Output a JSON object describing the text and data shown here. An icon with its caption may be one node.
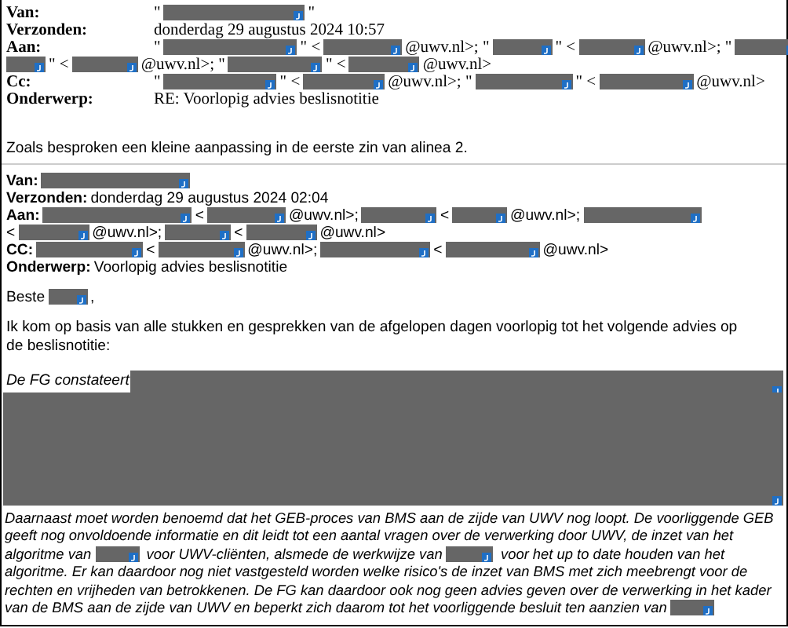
{
  "diagram": {
    "labels": [
      "Van:",
      "\"",
      "\"",
      "Verzonden:",
      "donderdag 29 augustus 2024 10:57",
      "Aan:",
      "\"",
      "\" <",
      "@uwv.nl>; \"",
      "\" <",
      "@uwv.nl>; \"",
      "\" <",
      "@uwv.nl>; \"",
      "\" <",
      "@uwv.nl>",
      "Cc:",
      "\"",
      "\" <",
      "@uwv.nl>; \"",
      "\" <",
      "@uwv.nl>",
      "Onderwerp:",
      "RE: Voorlopig advies beslisnotitie",
      "Zoals besproken een kleine aanpassing in de eerste zin van alinea 2.",
      "Van:",
      "Verzonden:",
      "donderdag 29 augustus 2024 02:04",
      "Aan:",
      "<",
      "@uwv.nl>;",
      "<",
      "@uwv.nl>;",
      "<",
      "@uwv.nl>;",
      "<",
      "@uwv.nl>",
      "CC:",
      "<",
      "@uwv.nl>;",
      "<",
      "@uwv.nl>",
      "Onderwerp:",
      "Voorlopig advies beslisnotitie",
      "Beste",
      ",",
      "Ik kom op basis van alle stukken en gesprekken van de afgelopen dagen voorlopig tot het volgende advies op de beslisnotitie:",
      "De FG constateert",
      "Daarnaast moet worden benoemd dat het GEB-proces van BMS aan de zijde van UWV nog loopt. De voorliggende GEB geeft nog onvoldoende informatie en dit leidt tot een aantal vragen over de verwerking door UWV, de inzet van het algoritme van",
      "voor UWV-cliënten, alsmede de werkwijze van",
      "voor het up to date houden van het algoritme. Er kan daardoor nog niet vastgesteld worden welke risico's de inzet van BMS met zich meebrengt voor de rechten en vrijheden van betrokkenen. De FG kan daardoor ook nog geen advies geven over de verwerking in het kader van de BMS aan de zijde van UWV en beperkt zich daarom tot het voorliggende besluit ten aanzien van"
    ]
  }
}
